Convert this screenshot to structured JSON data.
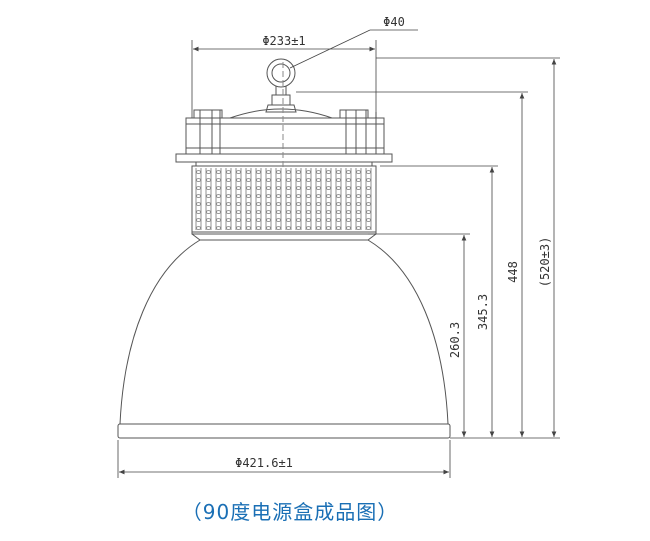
{
  "dimensions": {
    "top_width": "Φ233±1",
    "eye_diameter": "Φ40",
    "bottom_width": "Φ421.6±1",
    "reflector_height": "260.3",
    "body_height": "345.3",
    "housing_height": "448",
    "total_height": "(520±3)"
  },
  "caption": "（90度电源盒成品图）",
  "colors": {
    "line": "#555555",
    "caption": "#1a6fb5"
  }
}
